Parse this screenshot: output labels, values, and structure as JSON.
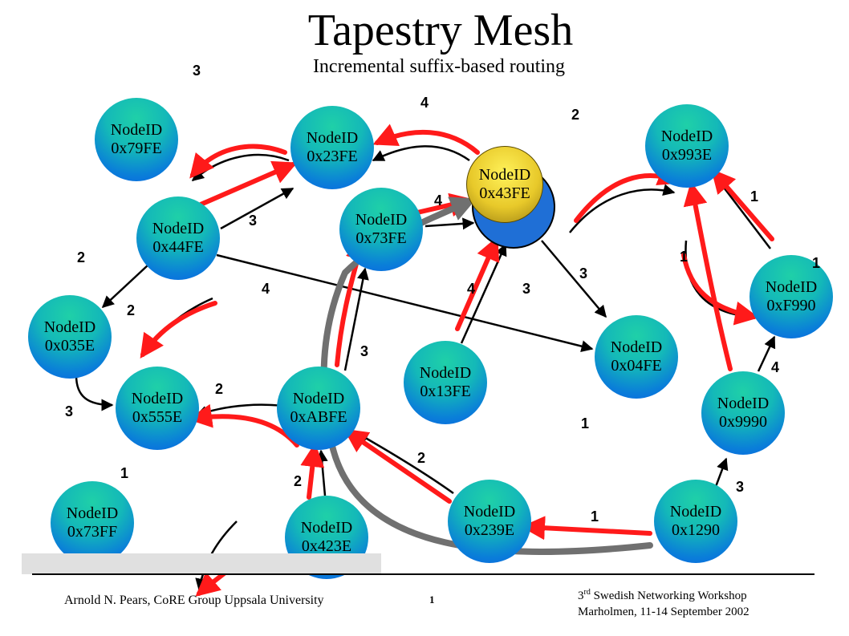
{
  "title": "Tapestry Mesh",
  "subtitle": "Incremental suffix-based routing",
  "node_prefix": "NodeID",
  "nodes": [
    {
      "id": "0x79FE"
    },
    {
      "id": "0x23FE"
    },
    {
      "id": "0x43FE"
    },
    {
      "id": "0x993E"
    },
    {
      "id": "0x44FE"
    },
    {
      "id": "0x73FE"
    },
    {
      "id": "0xF990"
    },
    {
      "id": "0x035E"
    },
    {
      "id": "0x04FE"
    },
    {
      "id": "0x13FE"
    },
    {
      "id": "0x555E"
    },
    {
      "id": "0xABFE"
    },
    {
      "id": "0x9990"
    },
    {
      "id": "0x73FF"
    },
    {
      "id": "0x423E"
    },
    {
      "id": "0x239E"
    },
    {
      "id": "0x1290"
    }
  ],
  "edge_labels": [
    "3",
    "4",
    "2",
    "3",
    "4",
    "2",
    "2",
    "4",
    "4",
    "3",
    "1",
    "3",
    "3",
    "4",
    "3",
    "2",
    "1",
    "1",
    "2",
    "2",
    "1",
    "3",
    "1",
    "1"
  ],
  "footer": {
    "left": "Arnold N. Pears, CoRE Group Uppsala University",
    "page": "1",
    "right_sup": "rd",
    "right_line1_prefix": "3",
    "right_line1_suffix": " Swedish Networking Workshop",
    "right_line2": "Marholmen, 11-14 September 2002"
  },
  "colors": {
    "route": "#ff1a1a",
    "overlay": "#707070",
    "link": "#000000",
    "node_top": "#1fd0a8",
    "node_bottom": "#0a5ee6",
    "dest": "#e8c92a"
  }
}
